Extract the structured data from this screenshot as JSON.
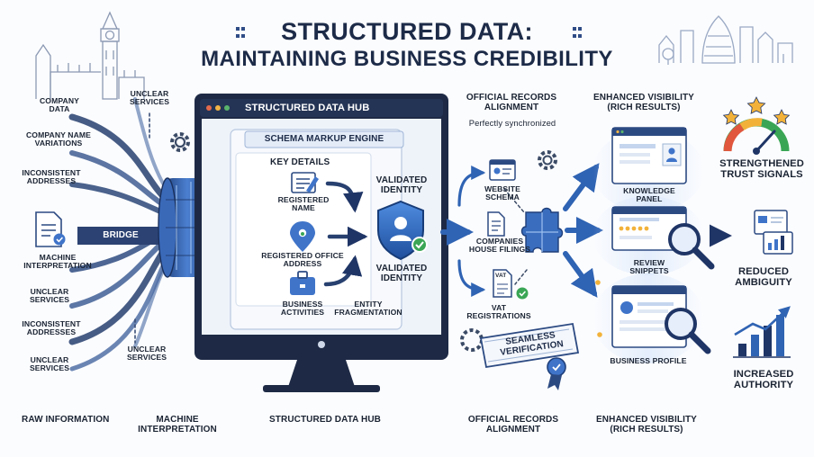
{
  "title": {
    "line1": "STRUCTURED DATA:",
    "line2": "MAINTAINING BUSINESS CREDIBILITY"
  },
  "raw": {
    "items": [
      "COMPANY DATA",
      "UNCLEAR SERVICES",
      "COMPANY NAME VARIATIONS",
      "INCONSISTENT ADDRESSES",
      "BRIDGE",
      "MACHINE INTERPRETATION",
      "UNCLEAR SERVICES",
      "INCONSISTENT ADDRESSES",
      "UNCLEAR SERVICES",
      "UNCLEAR SERVICES"
    ]
  },
  "hub": {
    "window_title": "STRUCTURED DATA HUB",
    "engine_title": "SCHEMA MARKUP ENGINE",
    "key_details": "KEY DETAILS",
    "items": [
      "REGISTERED NAME",
      "REGISTERED OFFICE ADDRESS",
      "BUSINESS ACTIVITIES"
    ],
    "validated_top": "VALIDATED IDENTITY",
    "validated_bottom": "VALIDATED IDENTITY",
    "fragmentation": "ENTITY FRAGMENTATION"
  },
  "records": {
    "heading": "OFFICIAL RECORDS ALIGNMENT",
    "subheading": "Perfectly synchronized",
    "items": [
      "WEBSITE SCHEMA",
      "COMPANIES HOUSE FILINGS",
      "VAT REGISTRATIONS"
    ],
    "vat_tag": "VAT",
    "badge": "SEAMLESS VERIFICATION"
  },
  "visibility": {
    "heading": "ENHANCED VISIBILITY (RICH RESULTS)",
    "items": [
      "KNOWLEDGE PANEL",
      "REVIEW SNIPPETS",
      "BUSINESS PROFILE"
    ]
  },
  "outcomes": [
    "STRENGTHENED TRUST SIGNALS",
    "REDUCED AMBIGUITY",
    "INCREASED AUTHORITY"
  ],
  "footer": [
    "RAW INFORMATION",
    "MACHINE INTERPRETATION",
    "STRUCTURED DATA HUB",
    "OFFICIAL RECORDS ALIGNMENT",
    "ENHANCED VISIBILITY (RICH RESULTS)"
  ],
  "icons": [
    "big-ben-icon",
    "city-skyline-icon",
    "gear-icon",
    "document-check-icon",
    "data-cylinder-icon",
    "monitor-icon",
    "id-card-icon",
    "location-pin-icon",
    "briefcase-icon",
    "shield-check-icon",
    "browser-window-icon",
    "puzzle-icon",
    "magnifier-icon",
    "gauge-icon",
    "star-icon",
    "bar-chart-icon",
    "award-ribbon-icon"
  ],
  "colors": {
    "navy": "#1d2b48",
    "blue": "#2f63b3",
    "light_blue": "#8fb4e6",
    "green": "#3aa655",
    "gold": "#f2b23a"
  }
}
